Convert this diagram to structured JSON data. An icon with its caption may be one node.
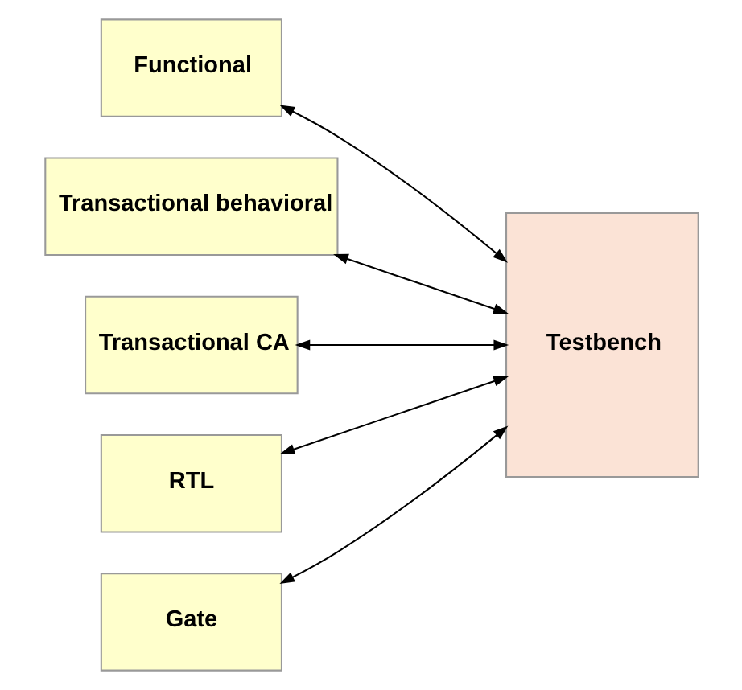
{
  "diagram": {
    "nodes": [
      {
        "text": [
          "Functional"
        ]
      },
      {
        "text": [
          "Transactional behavioral"
        ]
      },
      {
        "text": [
          "Transactional CA"
        ]
      },
      {
        "text": [
          "RTL"
        ]
      },
      {
        "text": [
          "Gate"
        ]
      },
      {
        "text": [
          "Testbench"
        ]
      }
    ],
    "edges": [
      {
        "from": 0,
        "to": 5,
        "arrow": "both"
      },
      {
        "from": 1,
        "to": 5,
        "arrow": "both"
      },
      {
        "from": 2,
        "to": 5,
        "arrow": "both"
      },
      {
        "from": 3,
        "to": 5,
        "arrow": "both"
      },
      {
        "from": 4,
        "to": 5,
        "arrow": "both"
      }
    ]
  }
}
